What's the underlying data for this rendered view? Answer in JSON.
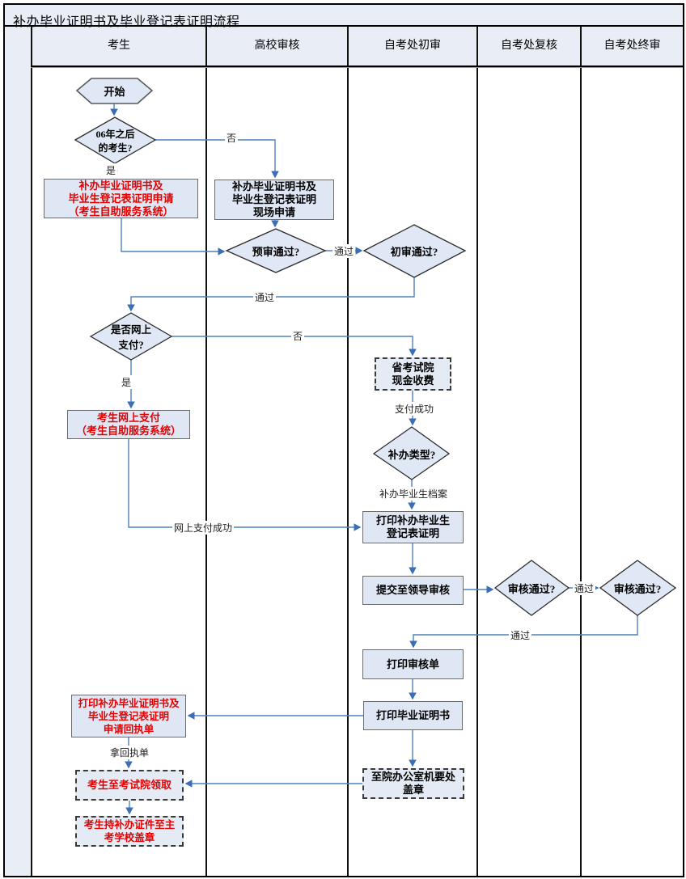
{
  "title": "补办毕业证明书及毕业登记表证明流程",
  "lanes": [
    "考生",
    "高校审核",
    "自考处初审",
    "自考处复核",
    "自考处终审"
  ],
  "nodes": {
    "start": {
      "label": "开始"
    },
    "after06": {
      "label": "06年之后\n的考生?"
    },
    "apply_online": {
      "label": "补办毕业证明书及\n毕业生登记表证明申请\n（考生自助服务系统）"
    },
    "apply_onsite": {
      "label": "补办毕业证明书及\n毕业生登记表证明\n现场申请"
    },
    "pre_review": {
      "label": "预审通过?"
    },
    "first_review": {
      "label": "初审通过?"
    },
    "online_pay_q": {
      "label": "是否网上\n支付?"
    },
    "pay_online": {
      "label": "考生网上支付\n（考生自助服务系统）"
    },
    "cash_pay": {
      "label": "省考试院\n现金收费"
    },
    "reissue_type": {
      "label": "补办类型?"
    },
    "print_reg": {
      "label": "打印补办毕业生\n登记表证明"
    },
    "submit_leader": {
      "label": "提交至领导审核"
    },
    "review2": {
      "label": "审核通过?"
    },
    "review3": {
      "label": "审核通过?"
    },
    "print_audit": {
      "label": "打印审核单"
    },
    "print_cert": {
      "label": "打印毕业证明书"
    },
    "print_receipt": {
      "label": "打印补办毕业证明书及\n毕业生登记表证明\n申请回执单"
    },
    "collect": {
      "label": "考生至考试院领取"
    },
    "stamp_school": {
      "label": "考生持补办证件至主\n考学校盖章"
    },
    "stamp_office": {
      "label": "至院办公室机要处\n盖章"
    }
  },
  "edge_labels": {
    "after06_no": "否",
    "after06_yes": "是",
    "pre_pass": "通过",
    "first_pass": "通过",
    "pay_no": "否",
    "pay_yes": "是",
    "pay_success": "支付成功",
    "type_archive": "补办毕业生档案",
    "online_pay_success": "网上支付成功",
    "review2_pass": "通过",
    "review3_pass": "通过",
    "take_receipt": "拿回执单"
  },
  "colors": {
    "band_bg": "#E9EDF6",
    "node_fill": "#DFE8F4",
    "connector": "#4F81BD",
    "red_text": "#E60000",
    "border_black": "#000000"
  }
}
